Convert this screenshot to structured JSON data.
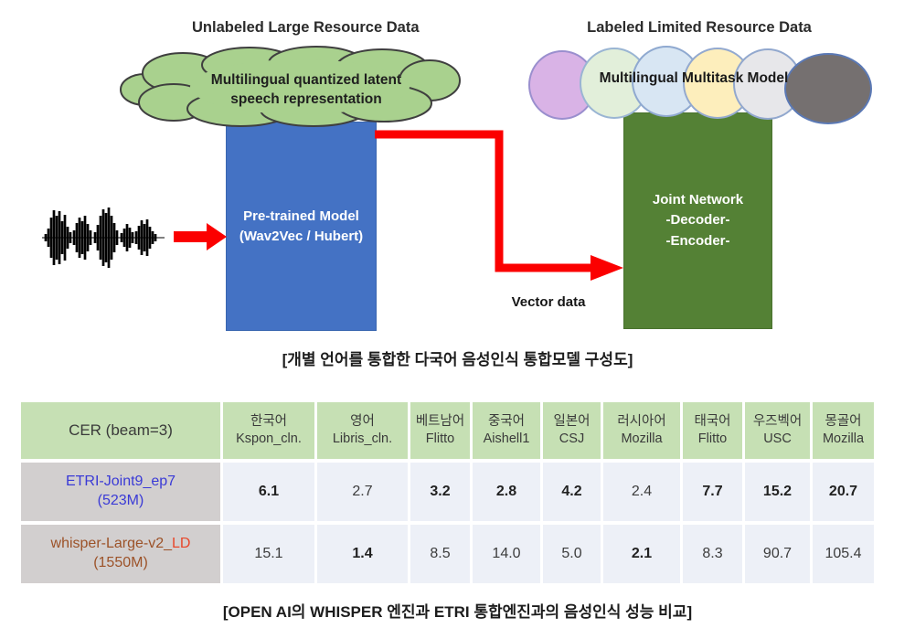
{
  "diagram": {
    "left_title": "Unlabeled Large Resource Data",
    "right_title": "Labeled Limited Resource Data",
    "cloud_line1": "Multilingual quantized latent",
    "cloud_line2": "speech representation",
    "circles_label": "Multilingual Multitask Model",
    "pretrained_line1": "Pre-trained Model",
    "pretrained_line2": "(Wav2Vec / Hubert)",
    "joint_line1": "Joint Network",
    "joint_line2": "-Decoder-",
    "joint_line3": "-Encoder-",
    "vector_label": "Vector data",
    "caption": "[개별 언어를 통합한 다국어 음성인식 통합모델 구성도]",
    "colors": {
      "pretrained_box": "#4472c4",
      "joint_box": "#548135",
      "cloud_fill": "#a9d18e",
      "arrow_red": "#fb0000",
      "circle_fills": [
        "#d9b3e6",
        "#e2efda",
        "#d8e6f3",
        "#fdeebc",
        "#e7e7ea",
        "#757070"
      ]
    }
  },
  "table": {
    "corner_label": "CER (beam=3)",
    "columns": [
      {
        "lang": "한국어",
        "dataset": "Kspon_cln."
      },
      {
        "lang": "영어",
        "dataset": "Libris_cln."
      },
      {
        "lang": "베트남어",
        "dataset": "Flitto"
      },
      {
        "lang": "중국어",
        "dataset": "Aishell1"
      },
      {
        "lang": "일본어",
        "dataset": "CSJ"
      },
      {
        "lang": "러시아어",
        "dataset": "Mozilla"
      },
      {
        "lang": "태국어",
        "dataset": "Flitto"
      },
      {
        "lang": "우즈벡어",
        "dataset": "USC"
      },
      {
        "lang": "몽골어",
        "dataset": "Mozilla"
      }
    ],
    "rows": [
      {
        "label": "ETRI-Joint9_ep7",
        "size": "(523M)",
        "label_color": "#3a3ad6",
        "values": [
          "6.1",
          "2.7",
          "3.2",
          "2.8",
          "4.2",
          "2.4",
          "7.7",
          "15.2",
          "20.7"
        ],
        "bold": [
          true,
          false,
          true,
          true,
          true,
          false,
          true,
          true,
          true
        ]
      },
      {
        "label_main": "whisper-Large-v2_",
        "label_suffix": "LD",
        "size": "(1550M)",
        "label_color": "#9c5228",
        "suffix_color": "#e8472b",
        "values": [
          "15.1",
          "1.4",
          "8.5",
          "14.0",
          "5.0",
          "2.1",
          "8.3",
          "90.7",
          "105.4"
        ],
        "bold": [
          false,
          true,
          false,
          false,
          false,
          true,
          false,
          false,
          false
        ]
      }
    ],
    "caption": "[OPEN AI의 WHISPER 엔진과 ETRI 통합엔진과의 음성인식 성능 비교]"
  }
}
